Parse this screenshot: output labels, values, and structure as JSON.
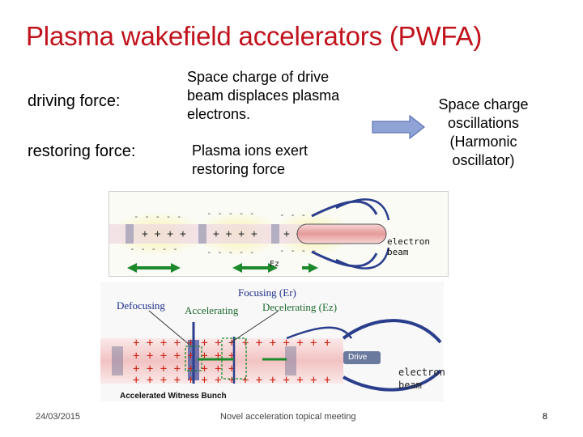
{
  "slide": {
    "title": "Plasma wakefield accelerators (PWFA)",
    "driving_label": "driving force:",
    "driving_desc": "Space charge of drive beam displaces plasma electrons.",
    "restoring_label": "restoring force:",
    "restoring_desc": "Plasma ions exert restoring force",
    "result": "Space charge oscillations (Harmonic oscillator)",
    "arrow_color": "#8fa3d6"
  },
  "top_diagram": {
    "field_label": "Ez",
    "beam_label": "electron beam"
  },
  "bottom_diagram": {
    "focusing": "Focusing (Er)",
    "defocusing": "Defocusing",
    "accelerating": "Accelerating",
    "decelerating": "Decelerating (Ez)",
    "drive": "Drive",
    "beam_label": "electron beam",
    "witness": "Accelerated Witness Bunch"
  },
  "footer": {
    "date": "24/03/2015",
    "event": "Novel acceleration topical meeting",
    "page": "8"
  }
}
